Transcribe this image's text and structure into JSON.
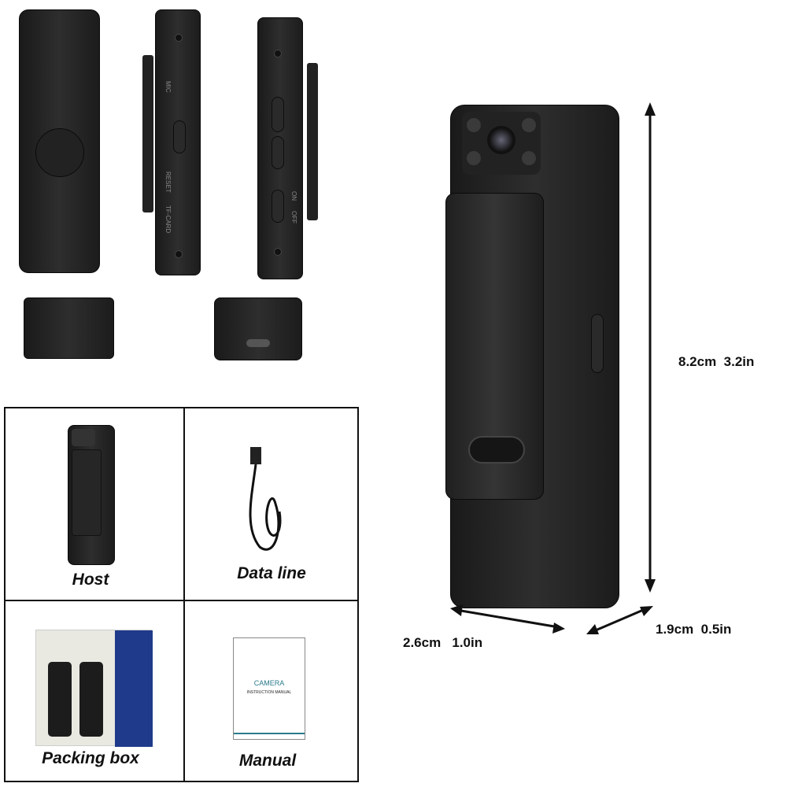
{
  "side_labels": {
    "mic": "MIC",
    "reset": "RESET",
    "tf_card": "TF-CARD",
    "on": "ON",
    "off": "OFF"
  },
  "package": {
    "items": [
      {
        "label": "Host"
      },
      {
        "label": "Data line"
      },
      {
        "label": "Packing box"
      },
      {
        "label": "Manual"
      }
    ]
  },
  "manual_cover": {
    "title": "CAMERA",
    "subtitle": "INSTRUCTION MANUAL"
  },
  "dimensions": {
    "height": "8.2cm  3.2in",
    "width": "2.6cm   1.0in",
    "depth": "1.9cm  0.5in"
  },
  "colors": {
    "body": "#1e1e1e",
    "manual_accent": "#2a7a8c",
    "box_blue": "#1f3a8a"
  }
}
